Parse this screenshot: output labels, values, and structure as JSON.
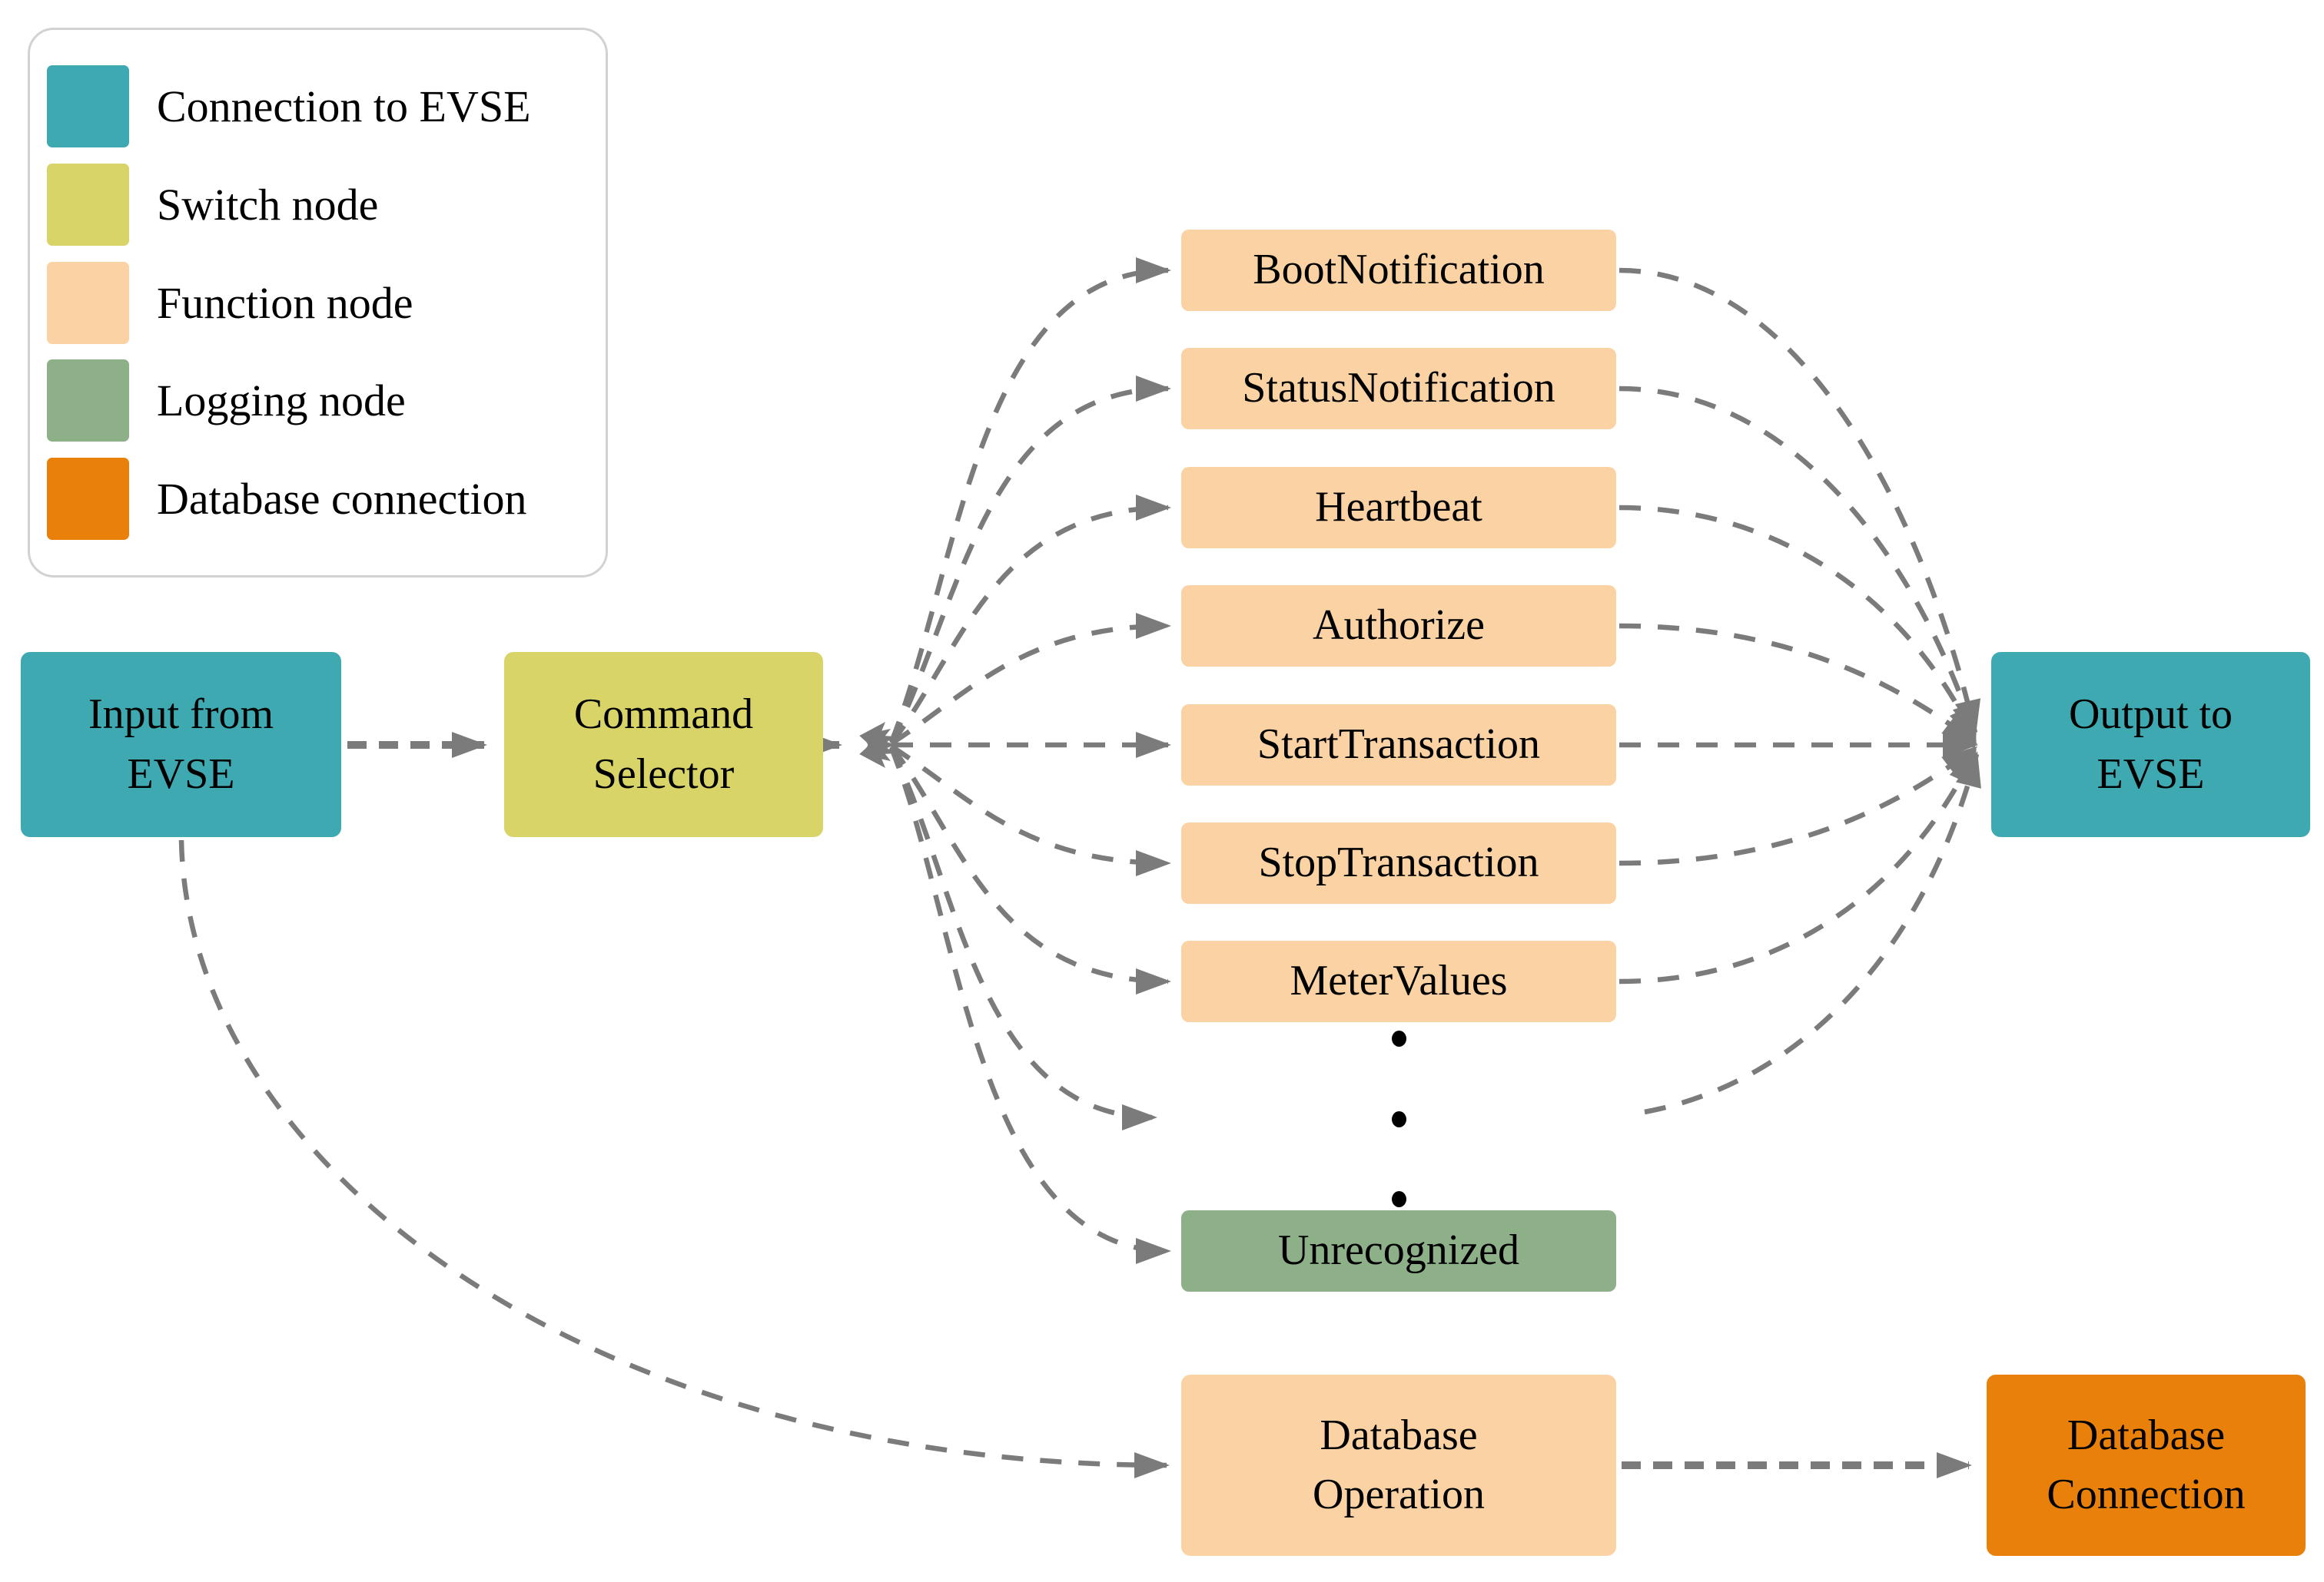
{
  "legend": {
    "items": [
      {
        "label": "Connection to EVSE",
        "color": "#3fa9b2"
      },
      {
        "label": "Switch node",
        "color": "#d9d468"
      },
      {
        "label": "Function node",
        "color": "#fbd2a4"
      },
      {
        "label": "Logging node",
        "color": "#8eb089"
      },
      {
        "label": "Database connection",
        "color": "#e8800a"
      }
    ]
  },
  "nodes": {
    "input": {
      "label": "Input from EVSE",
      "color": "#3fa9b2"
    },
    "command_selector": {
      "label": "Command Selector",
      "color": "#d9d468"
    },
    "output": {
      "label": "Output to EVSE",
      "color": "#3fa9b2"
    },
    "unrecognized": {
      "label": "Unrecognized",
      "color": "#8eb089"
    },
    "database_operation": {
      "label": "Database Operation",
      "color": "#fbd2a4"
    },
    "database_connection": {
      "label": "Database Connection",
      "color": "#e8800a"
    }
  },
  "function_nodes": [
    "BootNotification",
    "StatusNotification",
    "Heartbeat",
    "Authorize",
    "StartTransaction",
    "StopTransaction",
    "MeterValues"
  ],
  "ellipsis": [
    ".",
    ".",
    "."
  ],
  "colors": {
    "edge": "#7b7b7b",
    "node_text": "#000000",
    "legend_border": "#d2d2d2",
    "background": "#ffffff"
  }
}
